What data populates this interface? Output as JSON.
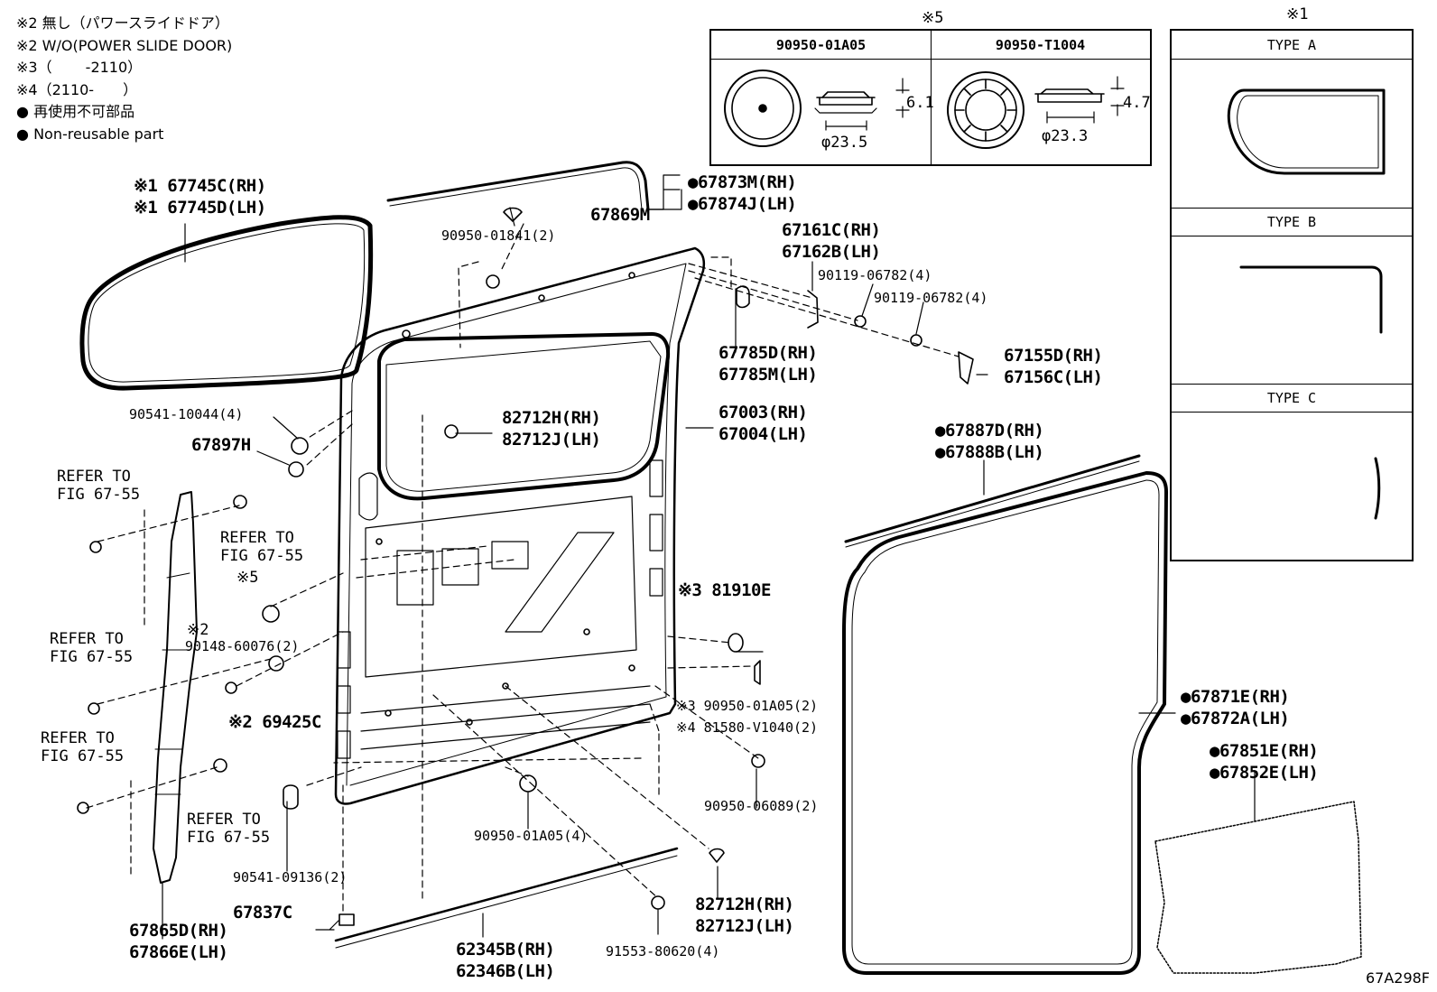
{
  "legend": {
    "line1": "※2 無し（パワースライドドア）",
    "line2": "※2 W/O(POWER SLIDE DOOR)",
    "line3": "※3（　　 -2110）",
    "line4": "※4（2110-　　）",
    "line5": "再使用不可部品",
    "line6": "Non-reusable part"
  },
  "table5": {
    "mark": "※5",
    "col1": "90950-01A05",
    "col2": "90950-T1004",
    "dim1": "6.1",
    "dia1": "φ23.5",
    "dim2": "4.7",
    "dia2": "φ23.3"
  },
  "table1": {
    "mark": "※1",
    "type_a": "TYPE A",
    "type_b": "TYPE B",
    "type_c": "TYPE C"
  },
  "labels": {
    "p67745c": "※1 67745C(RH)",
    "p67745d": "※1 67745D(LH)",
    "p67873m": "●67873M(RH)",
    "p67874j": "●67874J(LH)",
    "p67869m": "67869M",
    "p90950_01841": "90950-01841(2)",
    "p67161c": "67161C(RH)",
    "p67162b": "67162B(LH)",
    "p90119a": "90119-06782(4)",
    "p90119b": "90119-06782(4)",
    "p67785d": "67785D(RH)",
    "p67785m": "67785M(LH)",
    "p67155d": "67155D(RH)",
    "p67156c": "67156C(LH)",
    "p90541_10044": "90541-10044(4)",
    "p67897h": "67897H",
    "p82712h_a": "82712H(RH)",
    "p82712j_a": "82712J(LH)",
    "p67003": "67003(RH)",
    "p67004": "67004(LH)",
    "p67887d": "●67887D(RH)",
    "p67888b": "●67888B(LH)",
    "refer1a": "REFER TO",
    "refer1b": "FIG 67-55",
    "refer2a": "REFER TO",
    "refer2b": "FIG 67-55",
    "m5": "※5",
    "refer3a": "REFER TO",
    "refer3b": "FIG 67-55",
    "m2a": "※2",
    "p90148": "90148-60076(2)",
    "p81910e": "※3 81910E",
    "p69425c": "※2 69425C",
    "p90950_01a05_2": "※3 90950-01A05(2)",
    "p81580": "※4 81580-V1040(2)",
    "refer4a": "REFER TO",
    "refer4b": "FIG 67-55",
    "refer5a": "REFER TO",
    "refer5b": "FIG 67-55",
    "p67871e": "●67871E(RH)",
    "p67872a": "●67872A(LH)",
    "p67851e": "●67851E(RH)",
    "p67852e": "●67852E(LH)",
    "p90950_06089": "90950-06089(2)",
    "p90950_01a05_4": "90950-01A05(4)",
    "p90541_09136": "90541-09136(2)",
    "p82712h_b": "82712H(RH)",
    "p82712j_b": "82712J(LH)",
    "p67837c": "67837C",
    "p67865d": "67865D(RH)",
    "p67866e": "67866E(LH)",
    "p62345b": "62345B(RH)",
    "p62346b": "62346B(LH)",
    "p91553": "91553-80620(4)"
  },
  "figure_code": "67A298F"
}
